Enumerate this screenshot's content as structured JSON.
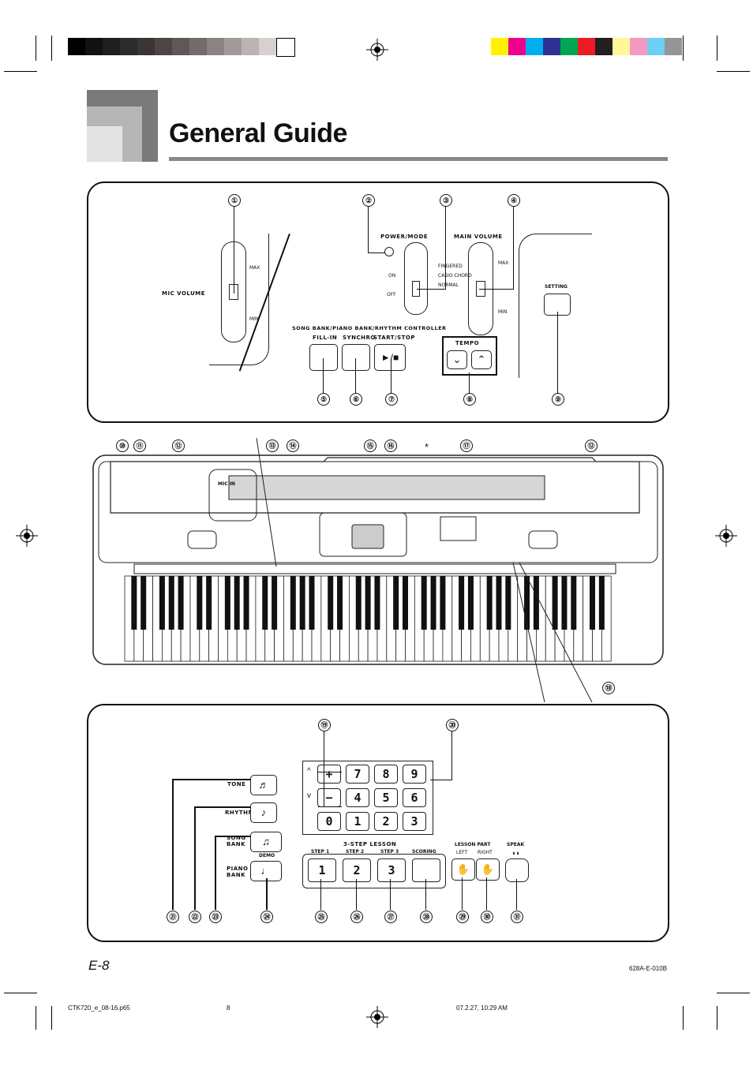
{
  "page": {
    "title": "General Guide",
    "page_number": "E-8",
    "doc_code": "628A-E-010B",
    "footer_file": "CTK720_e_08-16.p65",
    "footer_page": "8",
    "footer_timestamp": "07.2.27, 10:29 AM"
  },
  "colors": {
    "grayscale_bar": [
      "#000000",
      "#111111",
      "#1e1e1e",
      "#2b2b2b",
      "#3a3433",
      "#4c4543",
      "#605857",
      "#746c6a",
      "#8b8381",
      "#a39b99",
      "#bbb4b2",
      "#d6d0ce",
      "#ffffff"
    ],
    "color_bar": [
      "#fff200",
      "#ec008c",
      "#00aeef",
      "#2e3192",
      "#00a651",
      "#ed1c24",
      "#231f20",
      "#fff799",
      "#f49ac1",
      "#6dcff6",
      "#939598"
    ]
  },
  "top_panel": {
    "mic_volume": "MIC VOLUME",
    "max": "MAX",
    "min": "MIN",
    "power_mode": "POWER/MODE",
    "on": "ON",
    "off": "OFF",
    "modes": [
      "FINGERED",
      "CASIO CHORD",
      "NORMAL"
    ],
    "main_volume": "MAIN VOLUME",
    "setting": "SETTING",
    "controller_title": "SONG BANK/PIANO BANK/RHYTHM CONTROLLER",
    "fill_in": "FILL-IN",
    "synchro": "SYNCHRO",
    "start_stop": "START/STOP",
    "start_stop_glyph": "►/■",
    "tempo": "TEMPO",
    "callouts": [
      "①",
      "②",
      "③",
      "④",
      "⑤",
      "⑥",
      "⑦",
      "⑧",
      "⑨"
    ]
  },
  "keyboard": {
    "mic_in": "MIC IN",
    "asterisk": "*",
    "callouts": [
      "⑩",
      "⑪",
      "⑫",
      "⑬",
      "⑭",
      "⑮",
      "⑯",
      "⑰",
      "⑫",
      "⑱"
    ]
  },
  "bottom_panel": {
    "tone": "TONE",
    "rhythm": "RHYTHM",
    "song_bank": "SONG BANK",
    "demo": "DEMO",
    "piano_bank": "PIANO BANK",
    "keypad_rows": [
      [
        "+",
        "7",
        "8",
        "9"
      ],
      [
        "−",
        "4",
        "5",
        "6"
      ],
      [
        "0",
        "1",
        "2",
        "3"
      ]
    ],
    "up_mark": "^",
    "down_mark": "v",
    "three_step_lesson": "3-STEP LESSON",
    "steps": [
      "STEP 1",
      "STEP 2",
      "STEP 3",
      "SCORING"
    ],
    "step_digits": [
      "1",
      "2",
      "3"
    ],
    "lesson_part": "LESSON PART",
    "left": "LEFT",
    "right": "RIGHT",
    "speak": "SPEAK",
    "callouts_top": [
      "⑲",
      "⑳"
    ],
    "callouts_bottom": [
      "㉑",
      "㉒",
      "㉓",
      "㉔",
      "㉕",
      "㉖",
      "㉗",
      "㉘",
      "㉙",
      "㉚",
      "㉛"
    ]
  }
}
